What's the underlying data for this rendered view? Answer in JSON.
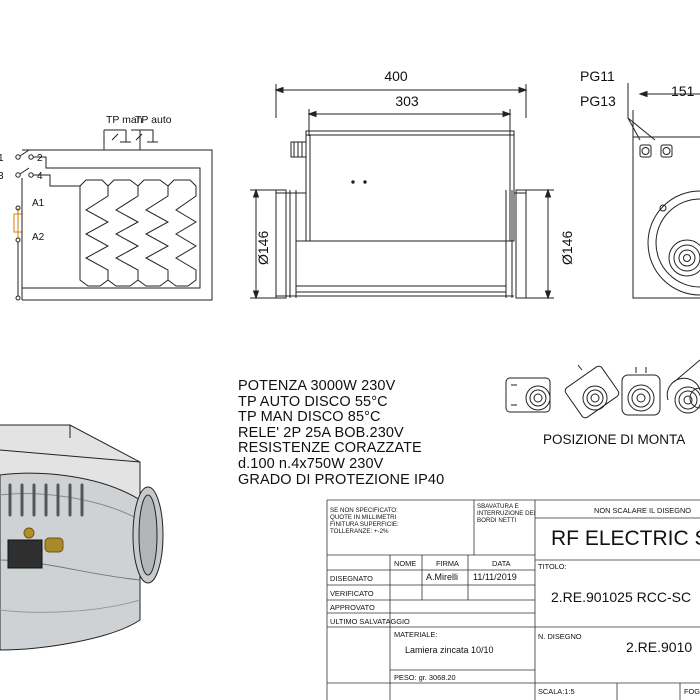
{
  "dimensions": {
    "length_total": "400",
    "length_body": "303",
    "diameter_left": "Ø146",
    "diameter_right": "Ø146",
    "side_width": "151"
  },
  "cable_glands": [
    "PG11",
    "PG13"
  ],
  "schematic": {
    "tp_label": "TP man",
    "tp_auto_label": "TP auto",
    "terminals": [
      "1",
      "2",
      "3",
      "4",
      "A1",
      "A2"
    ]
  },
  "specs": [
    "POTENZA 3000W 230V",
    "TP AUTO DISCO 55°C",
    "TP MAN DISCO 85°C",
    "RELE' 2P 25A BOB.230V",
    "RESISTENZE CORAZZATE",
    "d.100 n.4x750W 230V",
    "GRADO DI PROTEZIONE IP40"
  ],
  "mounting_positions_label": "POSIZIONE DI MONTA",
  "title_block": {
    "notes": [
      "SE NON SPECIFICATO:",
      "QUOTE IN MILLIMETRI",
      "FINITURA SUPERFICIE:",
      "TOLLERANZE: +-2%"
    ],
    "deburr": [
      "SBAVATURA E",
      "INTERRUZIONE DEI",
      "BORDI NETTI"
    ],
    "no_scale": "NON SCALARE IL DISEGNO",
    "company": "RF ELECTRIC S",
    "col_nome": "NOME",
    "col_firma": "FIRMA",
    "col_data": "DATA",
    "disegnato": "DISEGNATO",
    "disegnato_firma": "A.Mirelli",
    "disegnato_data": "11/11/2019",
    "verificato": "VERIFICATO",
    "approvato": "APPROVATO",
    "ultimo_salvataggio": "ULTIMO SALVATAGGIO",
    "titolo_label": "TITOLO:",
    "titolo": "2.RE.901025 RCC-SC",
    "materiale_label": "MATERIALE:",
    "materiale": "Lamiera zincata 10/10",
    "n_disegno_label": "N. DISEGNO",
    "n_disegno": "2.RE.9010",
    "peso": "PESO: gr.   3068.20",
    "scala": "SCALA:1:5",
    "foglio": "FOG"
  }
}
